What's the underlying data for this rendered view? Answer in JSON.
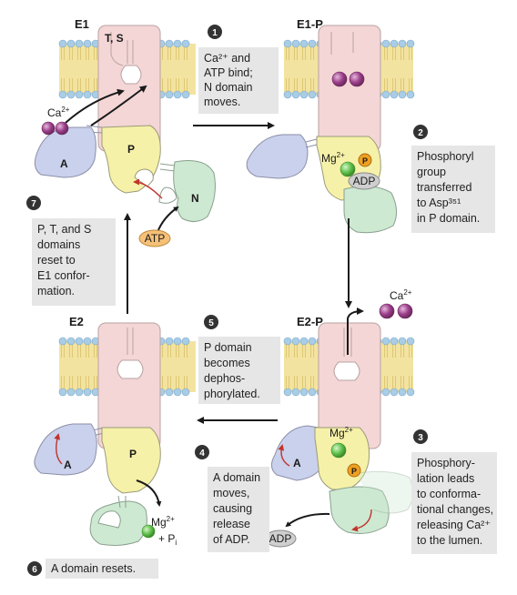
{
  "states": {
    "e1": "E1",
    "e1p": "E1-P",
    "e2": "E2",
    "e2p": "E2-P"
  },
  "domains": {
    "ts": "T, S",
    "a": "A",
    "p": "P",
    "n": "N",
    "p_badge": "P"
  },
  "molecules": {
    "ca": "Ca",
    "ca_sup": "2+",
    "mg": "Mg",
    "mg_sup": "2+",
    "atp": "ATP",
    "adp": "ADP",
    "pi_plus": "+ P",
    "pi_sub": "i"
  },
  "steps": [
    {
      "num": "1",
      "lines": [
        "Ca²⁺ and",
        "ATP bind;",
        "N domain",
        "moves."
      ]
    },
    {
      "num": "2",
      "lines": [
        "Phosphoryl",
        "group",
        "transferred",
        "to Asp³⁵¹",
        "in P domain."
      ]
    },
    {
      "num": "3",
      "lines": [
        "Phosphory-",
        "lation leads",
        "to conforma-",
        "tional changes,",
        "releasing Ca²⁺",
        "to the lumen."
      ]
    },
    {
      "num": "4",
      "lines": [
        "A domain",
        "moves,",
        "causing",
        "release",
        "of ADP."
      ]
    },
    {
      "num": "5",
      "lines": [
        "P domain",
        "becomes",
        "dephos-",
        "phorylated."
      ]
    },
    {
      "num": "6",
      "lines": [
        "A domain resets."
      ]
    },
    {
      "num": "7",
      "lines": [
        "P, T, and S",
        "domains",
        "reset to",
        "E1 confor-",
        "mation."
      ]
    }
  ],
  "colors": {
    "pump": "#f4d6d6",
    "p_domain": "#f6f1a8",
    "a_domain": "#c9d1ec",
    "n_domain": "#cde9d2",
    "calcium": "#9b3d8a",
    "magnesium": "#5cc04a",
    "phosphate": "#f0a020",
    "arrow_red": "#c0342e",
    "annotation_box": "#e6e6e6"
  }
}
